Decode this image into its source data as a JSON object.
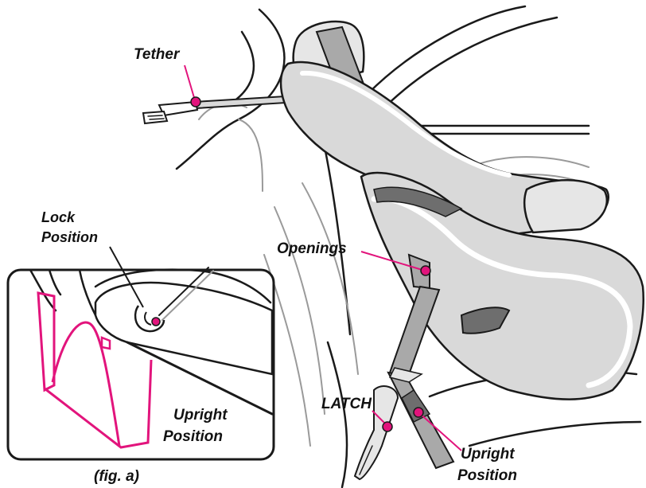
{
  "labels": {
    "tether": "Tether",
    "lock_line1": "Lock",
    "lock_line2": "Position",
    "openings": "Openings",
    "latch": "LATCH",
    "inset_upright_line1": "Upright",
    "inset_upright_line2": "Position",
    "main_upright_line1": "Upright",
    "main_upright_line2": "Position",
    "figure_caption": "(fig. a)"
  },
  "colors": {
    "accent_pink": "#e2147c",
    "ink": "#1a1a1a",
    "strap_gray": "#a9a9a9",
    "shell_gray": "#d9d9d9",
    "shadow_gray": "#6e6e6e"
  }
}
